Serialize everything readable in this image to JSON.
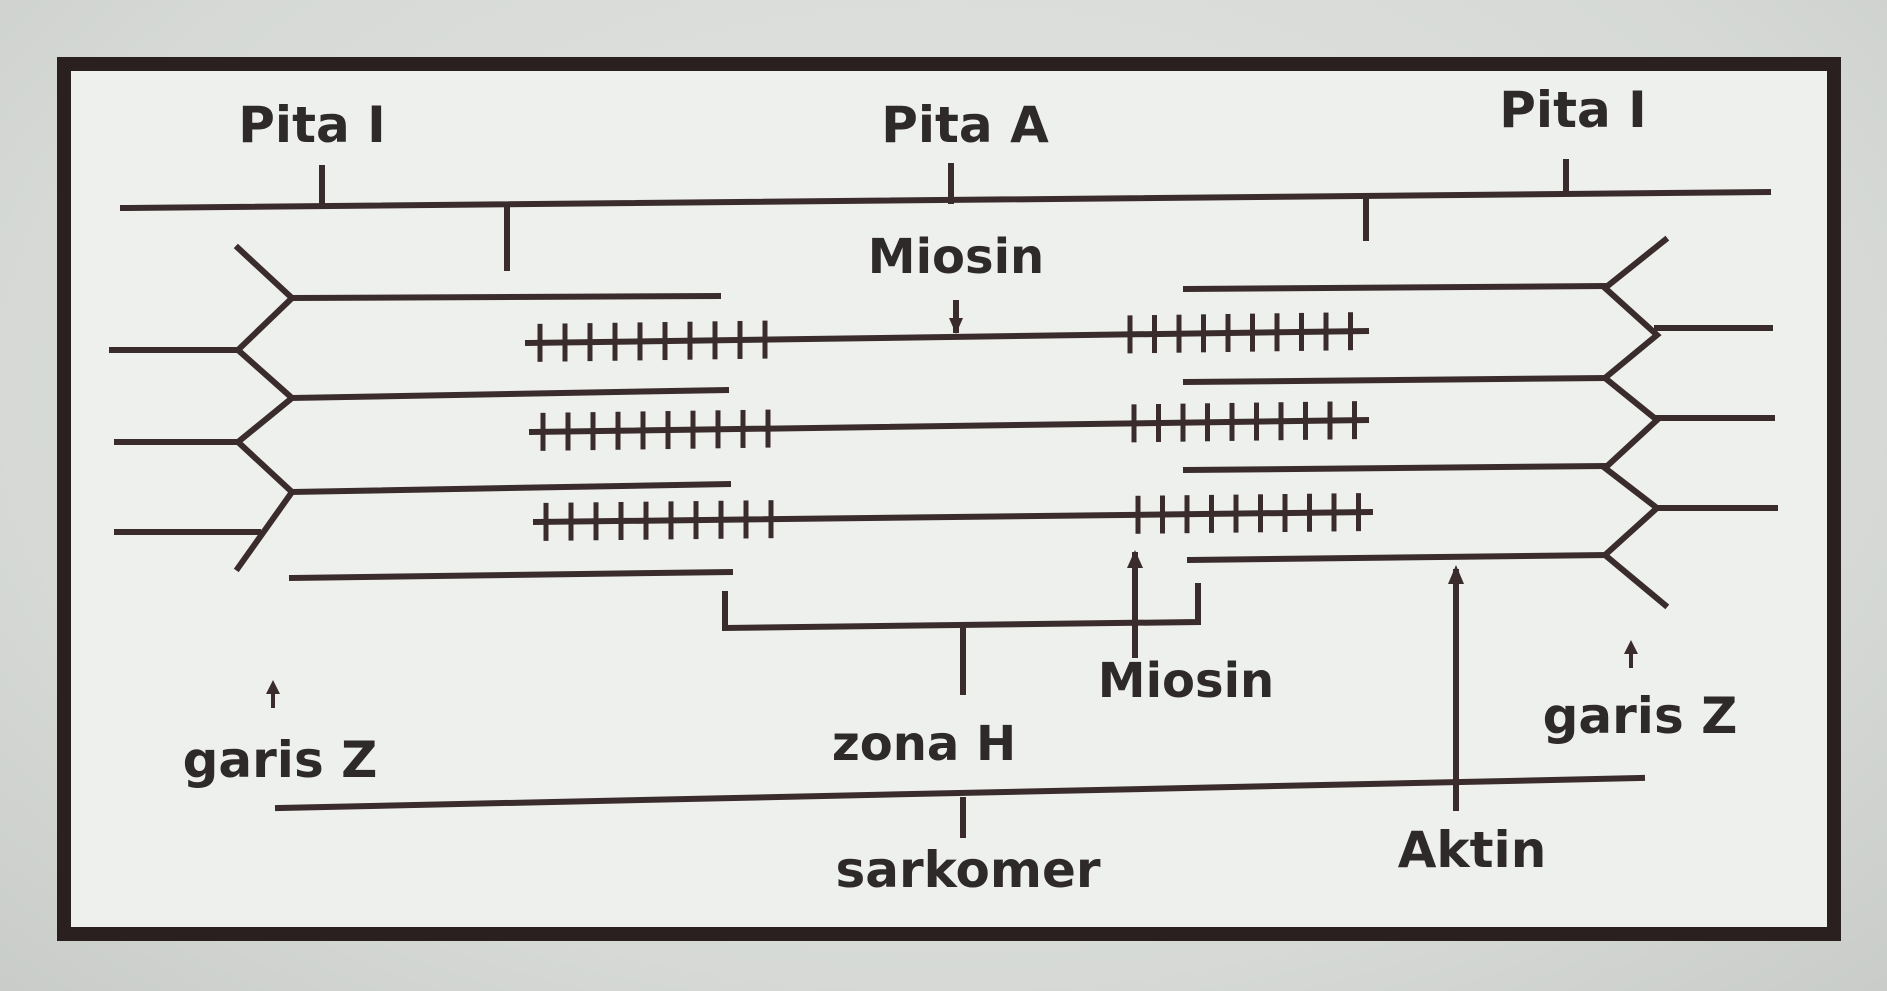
{
  "labels": {
    "pita_i_left": "Pita I",
    "pita_a": "Pita A",
    "pita_i_right": "Pita I",
    "miosin_top": "Miosin",
    "miosin_bottom": "Miosin",
    "garis_z_left": "garis Z",
    "garis_z_right": "garis Z",
    "zona_h": "zona H",
    "sarkomer": "sarkomer",
    "aktin": "Aktin"
  },
  "colors": {
    "ink": "#3a2c2c",
    "frame": "#2b2020",
    "panel": "#eef0ee"
  }
}
